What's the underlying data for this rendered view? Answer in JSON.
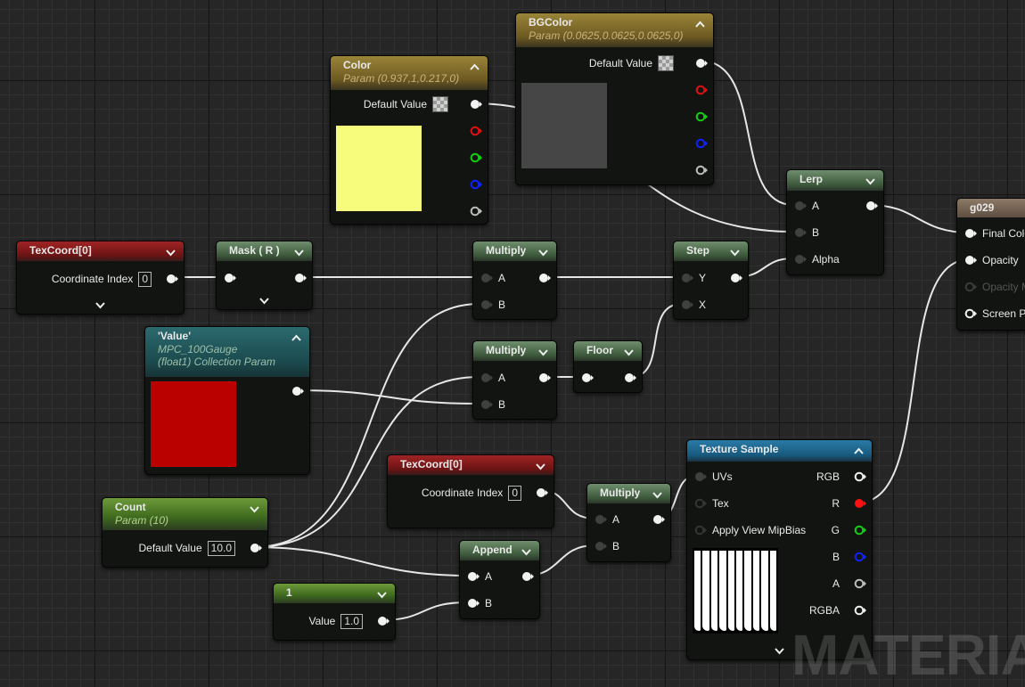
{
  "watermark": "MATERIAL",
  "colors": {
    "wire": "#e6e6e6",
    "background": "#262626"
  },
  "nodes": {
    "color": {
      "title": "Color",
      "subtitle": [
        "Param (0.937,1,0.217,0)"
      ],
      "header": "gold",
      "chevron": "up",
      "swatch": "#f7fc7c",
      "rows": [
        {
          "right": "Default Value",
          "checker": true,
          "out": "white"
        },
        {
          "out": "red"
        },
        {
          "out": "green"
        },
        {
          "out": "blue"
        },
        {
          "out": "gray"
        }
      ]
    },
    "bgcolor": {
      "title": "BGColor",
      "subtitle": [
        "Param (0.0625,0.0625,0.0625,0)"
      ],
      "header": "gold",
      "chevron": "up",
      "swatch": "#464646",
      "rows": [
        {
          "right": "Default Value",
          "checker": true,
          "out": "white"
        },
        {
          "out": "red"
        },
        {
          "out": "green"
        },
        {
          "out": "blue"
        },
        {
          "out": "gray"
        }
      ]
    },
    "lerp": {
      "title": "Lerp",
      "header": "sage",
      "chevron": "down",
      "rows": [
        {
          "in": "dark",
          "left": "A",
          "out": "white"
        },
        {
          "in": "dark",
          "left": "B"
        },
        {
          "in": "dark",
          "left": "Alpha"
        }
      ]
    },
    "g029": {
      "title": "g029",
      "header": "brown",
      "rows": [
        {
          "in": "white",
          "left": "Final Color"
        },
        {
          "in": "white",
          "left": "Opacity"
        },
        {
          "in": "dimring",
          "left": "Opacity Mask",
          "dim": true
        },
        {
          "in": "ring",
          "left": "Screen Position"
        }
      ]
    },
    "texcoord_top": {
      "title": "TexCoord[0]",
      "header": "red",
      "chevron": "down",
      "footer_chevron": true,
      "rows": [
        {
          "right": "Coordinate Index",
          "value": "0",
          "out": "white"
        }
      ]
    },
    "mask": {
      "title": "Mask ( R )",
      "header": "sage",
      "chevron": "down",
      "footer_chevron": true,
      "rows": [
        {
          "in": "white",
          "out": "white"
        }
      ]
    },
    "multiply_top": {
      "title": "Multiply",
      "header": "sage",
      "chevron": "down",
      "rows": [
        {
          "in": "dark",
          "left": "A",
          "out": "white"
        },
        {
          "in": "dark",
          "left": "B"
        }
      ]
    },
    "step": {
      "title": "Step",
      "header": "sage",
      "chevron": "down",
      "rows": [
        {
          "in": "dark",
          "left": "Y",
          "out": "white"
        },
        {
          "in": "dark",
          "left": "X"
        }
      ]
    },
    "value": {
      "title": "'Value'",
      "subtitle": [
        "MPC_100Gauge",
        "(float1) Collection Param"
      ],
      "header": "teal",
      "chevron": "up",
      "swatch": "#bb0000",
      "rows": [
        {
          "out": "white"
        }
      ]
    },
    "multiply_mid": {
      "title": "Multiply",
      "header": "sage",
      "chevron": "down",
      "rows": [
        {
          "in": "dark",
          "left": "A",
          "out": "white"
        },
        {
          "in": "dark",
          "left": "B"
        }
      ]
    },
    "floor": {
      "title": "Floor",
      "header": "sage",
      "chevron": "down",
      "rows": [
        {
          "in": "white",
          "out": "white"
        }
      ]
    },
    "texcoord_bottom": {
      "title": "TexCoord[0]",
      "header": "red",
      "chevron": "down",
      "rows": [
        {
          "right": "Coordinate Index",
          "value": "0",
          "out": "white"
        }
      ]
    },
    "texture_sample": {
      "title": "Texture Sample",
      "header": "blue",
      "chevron": "up",
      "footer_chevron": true,
      "preview": "stripes",
      "rows": [
        {
          "in": "dark",
          "left": "UVs",
          "right": "RGB",
          "out": "ring"
        },
        {
          "in": "darkring",
          "left": "Tex",
          "right": "R",
          "out": "redfilled"
        },
        {
          "in": "darkring",
          "left": "Apply View MipBias",
          "right": "G",
          "out": "green"
        },
        {
          "right": "B",
          "out": "blue"
        },
        {
          "right": "A",
          "out": "gray"
        },
        {
          "right": "RGBA",
          "out": "ring"
        }
      ]
    },
    "multiply_bottom": {
      "title": "Multiply",
      "header": "sage",
      "chevron": "down",
      "rows": [
        {
          "in": "dark",
          "left": "A",
          "out": "white"
        },
        {
          "in": "dark",
          "left": "B"
        }
      ]
    },
    "count": {
      "title": "Count",
      "subtitle": [
        "Param (10)"
      ],
      "header": "green",
      "chevron": "down",
      "rows": [
        {
          "right": "Default Value",
          "value": "10.0",
          "out": "white"
        }
      ]
    },
    "append": {
      "title": "Append",
      "header": "sage",
      "chevron": "down",
      "rows": [
        {
          "in": "white",
          "left": "A",
          "out": "white"
        },
        {
          "in": "white",
          "left": "B"
        }
      ]
    },
    "constant_one": {
      "title": "1",
      "header": "green",
      "chevron": "down",
      "rows": [
        {
          "right": "Value",
          "value": "1.0",
          "out": "white"
        }
      ]
    }
  }
}
